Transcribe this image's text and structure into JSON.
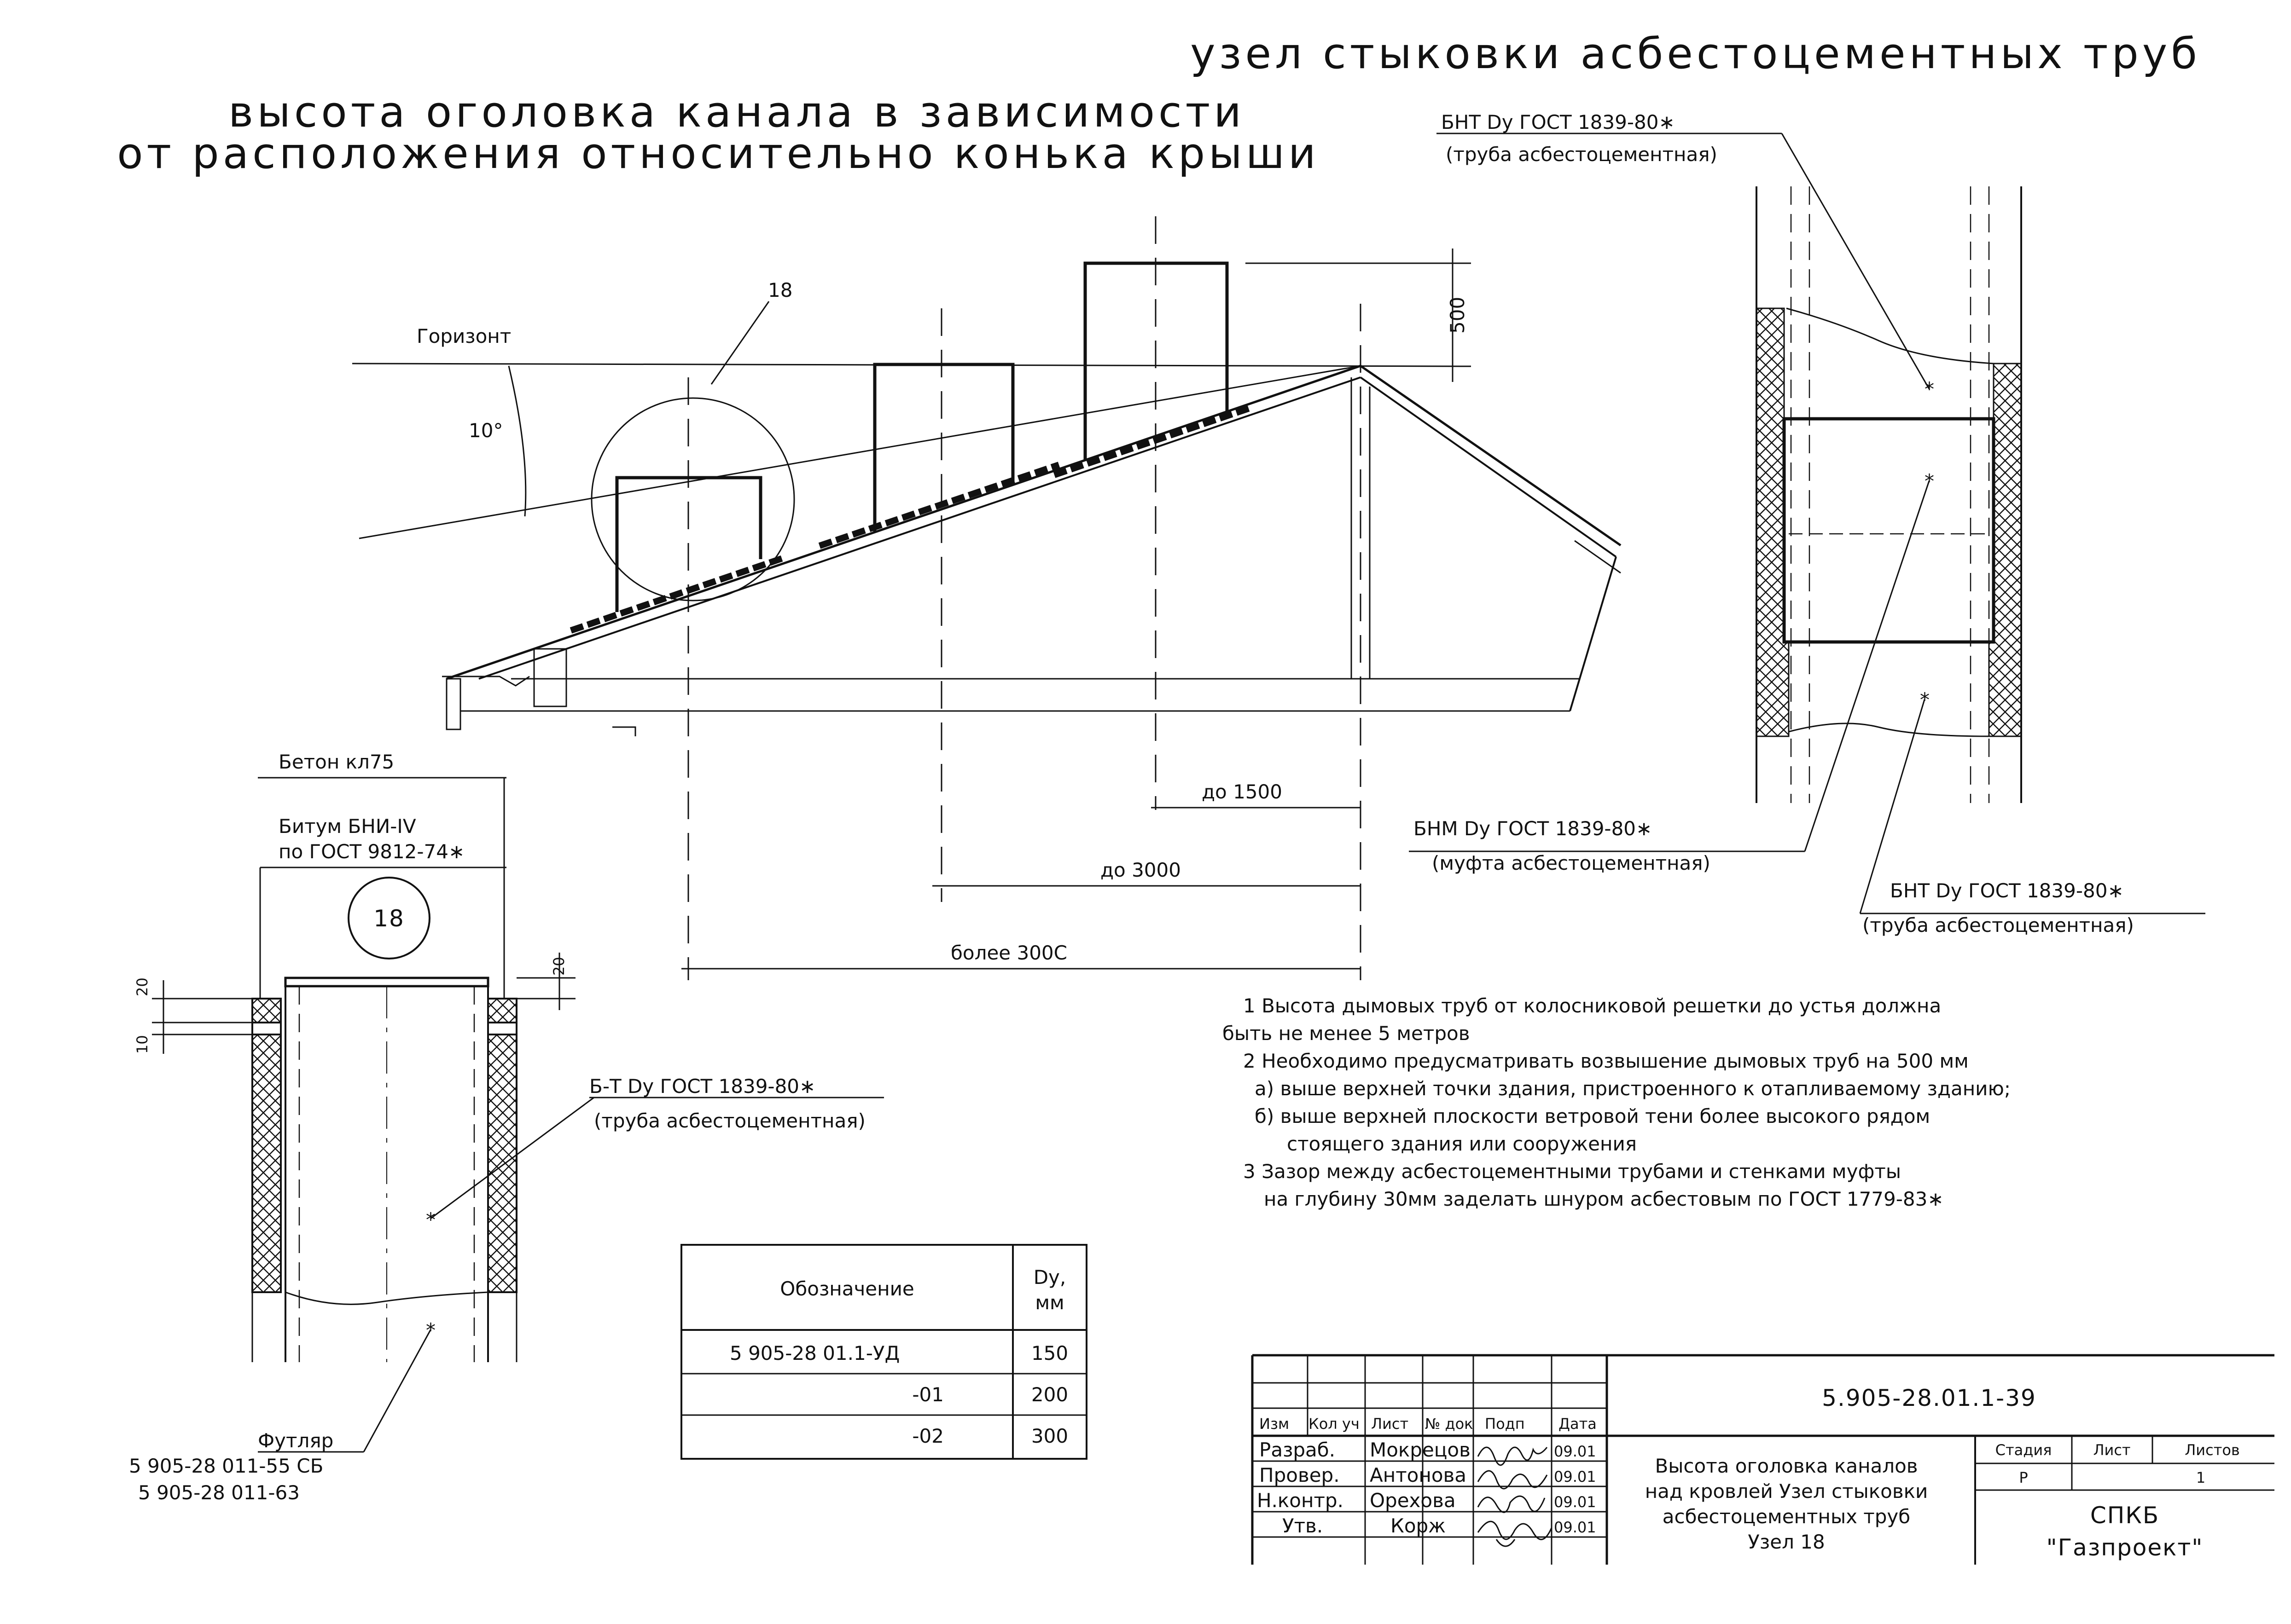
{
  "titles": {
    "main_line1": "высота оголовка канала в зависимости",
    "main_line2": "от расположения относительно конька крыши",
    "joint": "узел стыковки асбестоцементных труб"
  },
  "roof": {
    "horizon": "Горизонт",
    "angle": "10°",
    "callout": "18",
    "dim_500": "500",
    "dim_1500": "до 1500",
    "dim_3000": "до 3000",
    "dim_more_3000": "более 300С"
  },
  "joint_labels": {
    "bnt_top": "БНТ Dy ГОСТ 1839-80∗",
    "bnt_top_sub": "(труба асбестоцементная)",
    "bnm": "БНМ Dy ГОСТ 1839-80∗",
    "bnm_sub": "(муфта асбестоцементная)",
    "bnt_bottom": "БНТ Dy ГОСТ 1839-80∗",
    "bnt_bottom_sub": "(труба асбестоцементная)"
  },
  "node": {
    "concrete": "Бетон кл75",
    "bitumen": "Битум БНИ-IV",
    "bitumen_gost": "по ГОСТ 9812-74∗",
    "marker": "18",
    "dim_20_left": "20",
    "dim_10_left": "10",
    "dim_20_right": "20",
    "pipe": "Б-Т Dy ГОСТ 1839-80∗",
    "pipe_sub": "(труба асбестоцементная)",
    "case": "Футляр",
    "case_ref1": "5 905-28 011-55 СБ",
    "case_ref2": "5 905-28 011-63"
  },
  "notes": [
    "1  Высота дымовых труб от колосниковой решетки до устья должна",
    "быть не менее 5 метров",
    "2  Необходимо предусматривать возвышение дымовых труб на 500 мм",
    "а) выше верхней точки здания, пристроенного к отапливаемому зданию;",
    "б) выше верхней плоскости ветровой тени более высокого рядом",
    "стоящего здания или сооружения",
    "3  Зазор между асбестоцементными трубами и стенками муфты",
    "на глубину 30мм заделать шнуром асбестовым по ГОСТ 1779-83∗"
  ],
  "spec_table": {
    "header_name": "Обозначение",
    "header_dy": "Dy,",
    "header_unit": "мм",
    "rows": [
      {
        "name": "5 905-28 01.1-УД",
        "dy": "150"
      },
      {
        "name": "-01",
        "dy": "200"
      },
      {
        "name": "-02",
        "dy": "300"
      }
    ]
  },
  "title_block": {
    "doc_code": "5.905-28.01.1-39",
    "col_izm": "Изм",
    "col_kol": "Кол уч",
    "col_list": "Лист",
    "col_doc": "№ док",
    "col_podp": "Подп",
    "col_data": "Дата",
    "roles": [
      {
        "role": "Разраб.",
        "name": "Мокрецов",
        "date": "09.01"
      },
      {
        "role": "Провер.",
        "name": "Антонова",
        "date": "09.01"
      },
      {
        "role": "Н.контр.",
        "name": "Орехова",
        "date": "09.01"
      },
      {
        "role": "Утв.",
        "name": "Корж",
        "date": "09.01"
      }
    ],
    "doc_title_1": "Высота оголовка каналов",
    "doc_title_2": "над кровлей  Узел стыковки",
    "doc_title_3": "асбестоцементных труб",
    "doc_title_4": "Узел 18",
    "stage_label": "Стадия",
    "sheet_label": "Лист",
    "sheets_label": "Листов",
    "stage": "Р",
    "sheets": "1",
    "org_1": "СПКБ",
    "org_2": "\"Газпроект\""
  }
}
